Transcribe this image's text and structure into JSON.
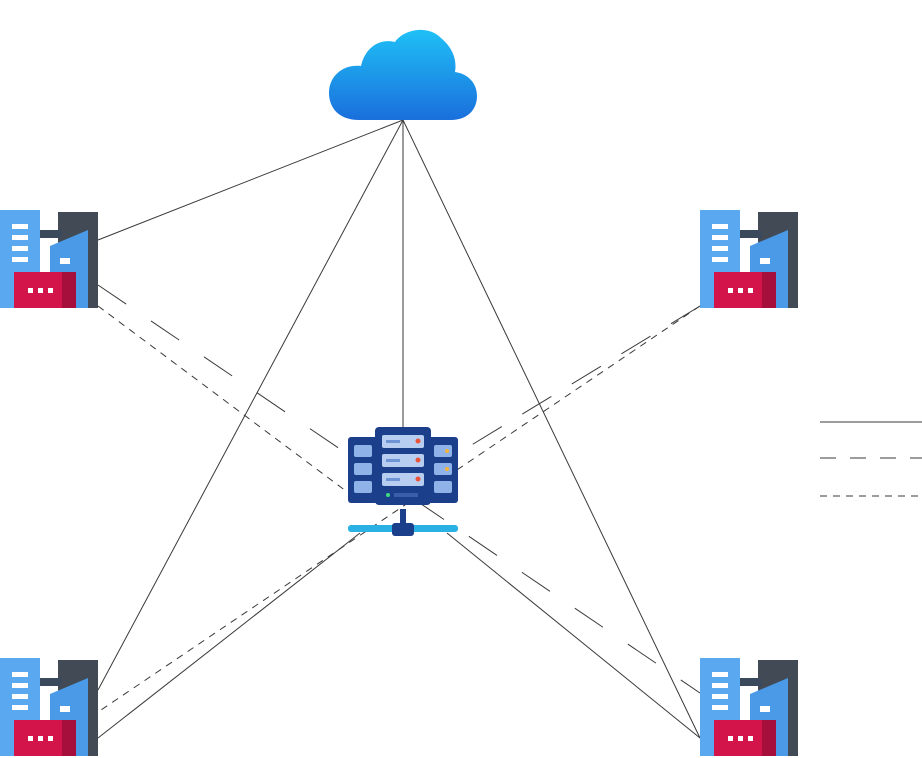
{
  "diagram": {
    "type": "network-topology",
    "nodes": [
      {
        "id": "cloud",
        "icon": "cloud-icon"
      },
      {
        "id": "server",
        "icon": "server-rack-icon"
      },
      {
        "id": "building-top-left",
        "icon": "office-building-icon"
      },
      {
        "id": "building-top-right",
        "icon": "office-building-icon"
      },
      {
        "id": "building-bottom-left",
        "icon": "office-building-icon"
      },
      {
        "id": "building-bottom-right",
        "icon": "office-building-icon"
      }
    ],
    "connections": [
      {
        "from": "cloud",
        "to": "building-top-left",
        "style": "solid"
      },
      {
        "from": "cloud",
        "to": "building-bottom-left",
        "style": "solid"
      },
      {
        "from": "cloud",
        "to": "server",
        "style": "solid"
      },
      {
        "from": "cloud",
        "to": "building-bottom-right",
        "style": "solid"
      },
      {
        "from": "server",
        "to": "building-bottom-left",
        "style": "solid"
      },
      {
        "from": "server",
        "to": "building-bottom-right",
        "style": "solid"
      },
      {
        "from": "building-top-left",
        "to": "building-bottom-right",
        "style": "long-dash"
      },
      {
        "from": "building-top-right",
        "to": "server",
        "style": "long-dash"
      },
      {
        "from": "building-top-left",
        "to": "server",
        "style": "short-dash"
      },
      {
        "from": "building-top-right",
        "to": "building-bottom-left",
        "style": "short-dash"
      }
    ],
    "legend": [
      {
        "style": "solid",
        "label": ""
      },
      {
        "style": "long-dash",
        "label": ""
      },
      {
        "style": "short-dash",
        "label": ""
      }
    ]
  },
  "colors": {
    "line": "#3a3a3a",
    "cloud_light": "#1fb8f2",
    "cloud_dark": "#1976e0",
    "building_light_blue": "#5aa8f0",
    "building_mid_blue": "#4a90e2",
    "building_dark": "#424a55",
    "building_magenta": "#d2144a",
    "server_navy": "#1c3f8c",
    "server_slot": "#8fb3e8",
    "server_light_blue": "#29b1e6"
  }
}
